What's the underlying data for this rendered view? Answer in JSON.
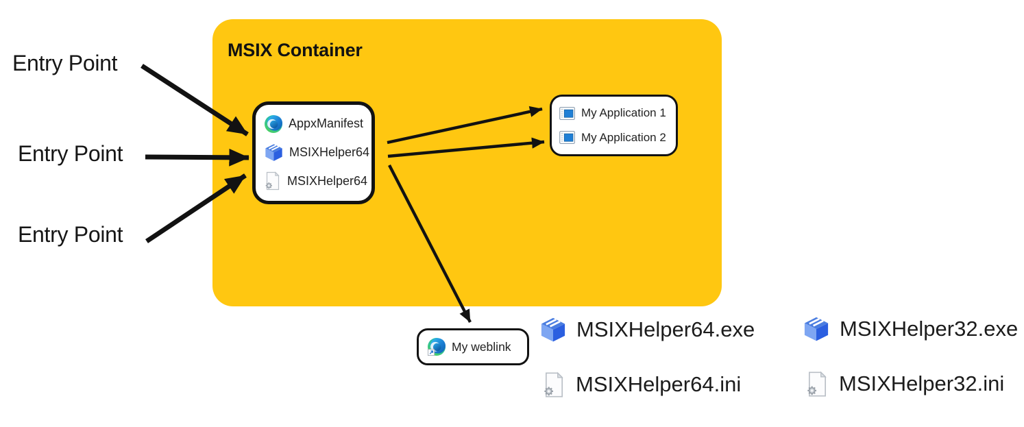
{
  "colors": {
    "container_fill": "#FFC711",
    "arrow": "#121212",
    "panel_border": "#121212",
    "text": "#1c1c1c",
    "msix_top_blue": "#4a7de0",
    "msix_left_blue": "#7ea6f2",
    "msix_right_blue": "#2b5fe0",
    "app_window_blue": "#1f7fd6",
    "edge_deep_blue": "#0c59a4",
    "edge_teal": "#18b5c8",
    "edge_green": "#53d453"
  },
  "entry_points": [
    {
      "label": "Entry Point"
    },
    {
      "label": "Entry Point"
    },
    {
      "label": "Entry Point"
    }
  ],
  "container": {
    "title": "MSIX Container",
    "manifest_box": {
      "items": [
        {
          "icon": "edge-icon",
          "label": "AppxManifest"
        },
        {
          "icon": "msix-package-icon",
          "label": "MSIXHelper64"
        },
        {
          "icon": "ini-file-icon",
          "label": "MSIXHelper64"
        }
      ]
    }
  },
  "applications": {
    "items": [
      {
        "icon": "app-window-icon",
        "label": "My Application 1"
      },
      {
        "icon": "app-window-icon",
        "label": "My Application 2"
      }
    ]
  },
  "weblink": {
    "icon": "edge-shortcut-icon",
    "label": "My weblink"
  },
  "files": [
    {
      "icon": "msix-package-icon",
      "label": "MSIXHelper64.exe"
    },
    {
      "icon": "ini-file-icon",
      "label": "MSIXHelper64.ini"
    },
    {
      "icon": "msix-package-icon",
      "label": "MSIXHelper32.exe"
    },
    {
      "icon": "ini-file-icon",
      "label": "MSIXHelper32.ini"
    }
  ]
}
